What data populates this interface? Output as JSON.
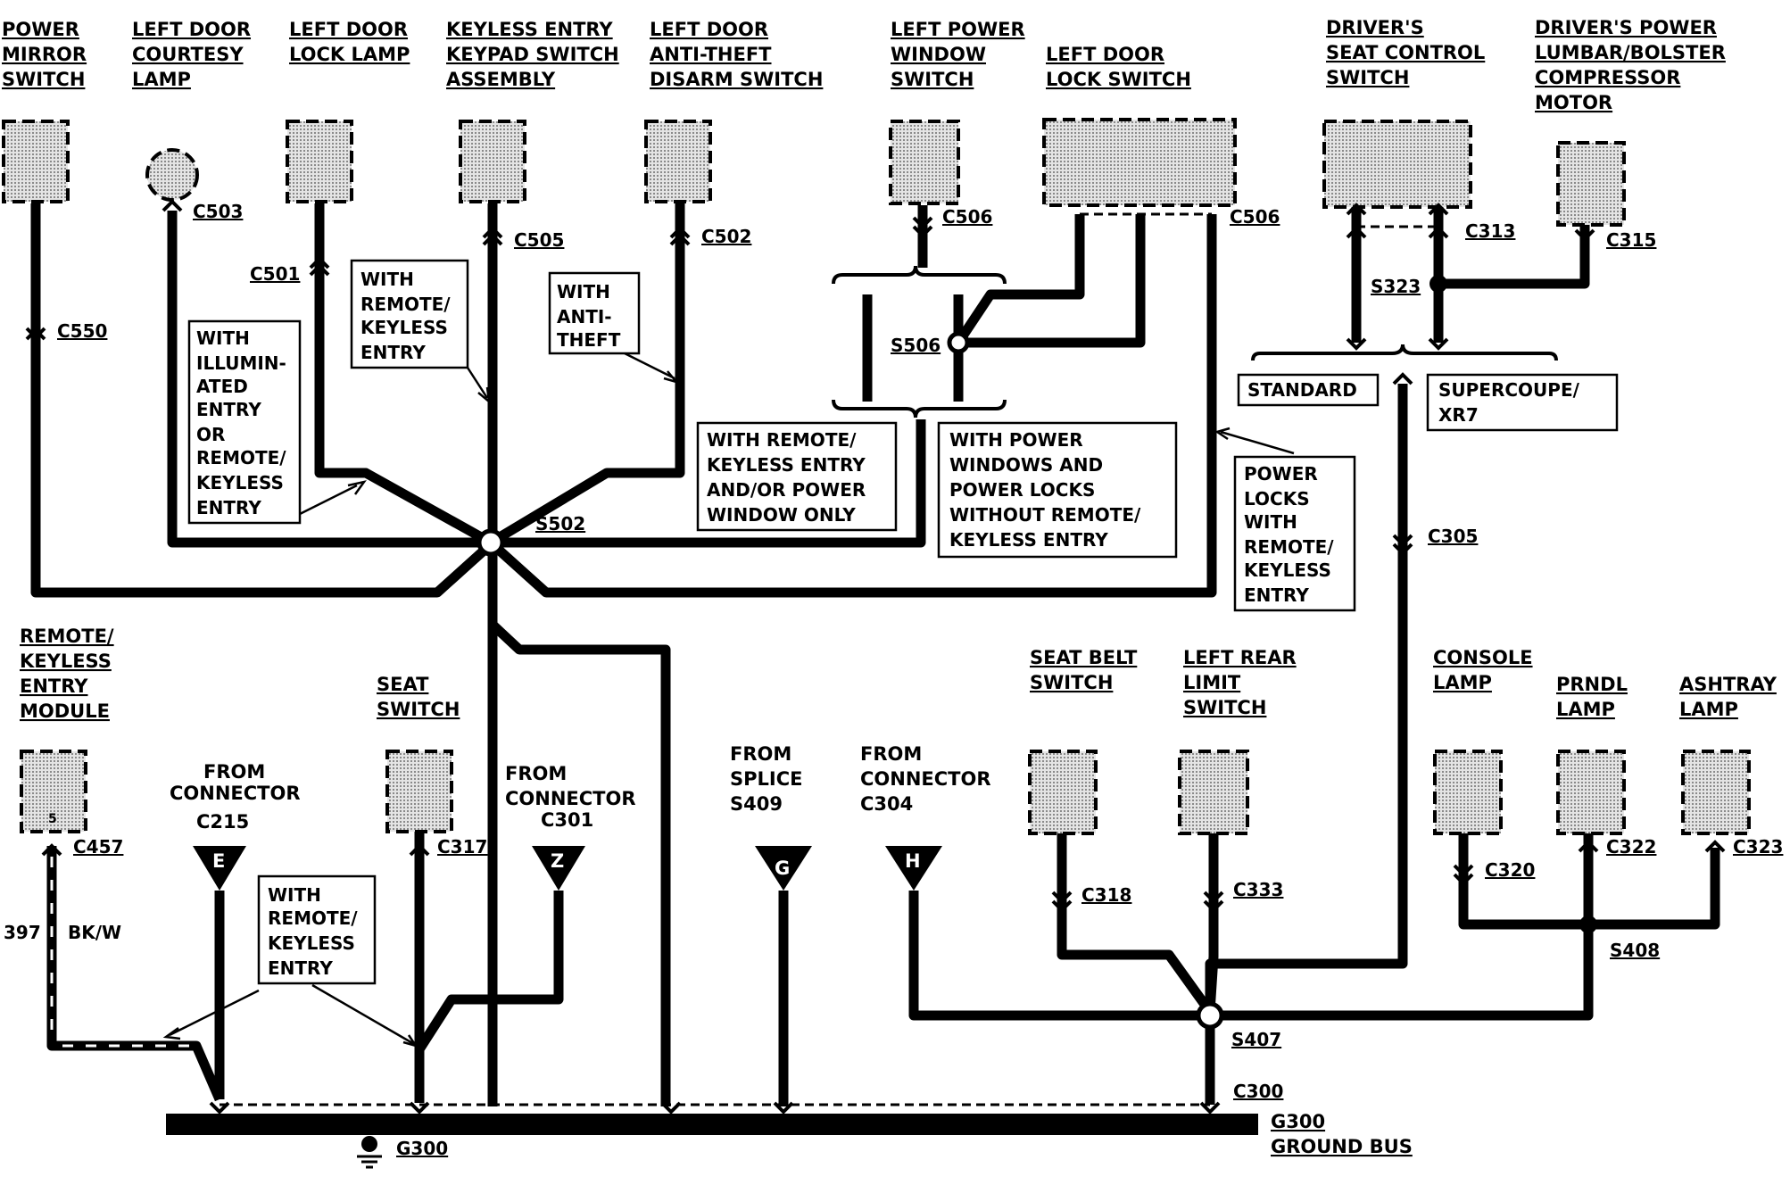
{
  "components": {
    "power_mirror_switch": [
      "POWER",
      "MIRROR",
      "SWITCH"
    ],
    "left_door_courtesy_lamp": [
      "LEFT DOOR",
      "COURTESY",
      "LAMP"
    ],
    "left_door_lock_lamp": [
      "LEFT DOOR",
      "LOCK LAMP"
    ],
    "keyless_entry_keypad": [
      "KEYLESS ENTRY",
      "KEYPAD SWITCH",
      "ASSEMBLY"
    ],
    "anti_theft_disarm_switch": [
      "LEFT DOOR",
      "ANTI-THEFT",
      "DISARM SWITCH"
    ],
    "left_power_window_switch": [
      "LEFT POWER",
      "WINDOW",
      "SWITCH"
    ],
    "left_door_lock_switch": [
      "LEFT DOOR",
      "LOCK SWITCH"
    ],
    "drivers_seat_control_switch": [
      "DRIVER'S",
      "SEAT CONTROL",
      "SWITCH"
    ],
    "lumbar_compressor_motor": [
      "DRIVER'S POWER",
      "LUMBAR/BOLSTER",
      "COMPRESSOR",
      "MOTOR"
    ],
    "remote_keyless_module": [
      "REMOTE/",
      "KEYLESS",
      "ENTRY",
      "MODULE"
    ],
    "seat_switch": [
      "SEAT",
      "SWITCH"
    ],
    "seat_belt_switch": [
      "SEAT BELT",
      "SWITCH"
    ],
    "left_rear_limit_switch": [
      "LEFT REAR",
      "LIMIT",
      "SWITCH"
    ],
    "console_lamp": [
      "CONSOLE",
      "LAMP"
    ],
    "prndl_lamp": [
      "PRNDL",
      "LAMP"
    ],
    "ashtray_lamp": [
      "ASHTRAY",
      "LAMP"
    ]
  },
  "connectors": {
    "c550": "C550",
    "c503": "C503",
    "c501": "C501",
    "c505": "C505",
    "c502": "C502",
    "c506a": "C506",
    "c506b": "C506",
    "c313": "C313",
    "c315": "C315",
    "c305": "C305",
    "c457": "C457",
    "c317": "C317",
    "c318": "C318",
    "c333": "C333",
    "c320": "C320",
    "c322": "C322",
    "c323": "C323",
    "c300": "C300"
  },
  "splices": {
    "s502": "S502",
    "s506": "S506",
    "s323": "S323",
    "s407": "S407",
    "s408": "S408"
  },
  "notes": {
    "illuminated": [
      "WITH",
      "ILLUMIN-",
      "ATED",
      "ENTRY",
      "OR",
      "REMOTE/",
      "KEYLESS",
      "ENTRY"
    ],
    "remote_keyless_top": [
      "WITH",
      "REMOTE/",
      "KEYLESS",
      "ENTRY"
    ],
    "anti_theft": [
      "WITH",
      "ANTI-",
      "THEFT"
    ],
    "remote_or_window": [
      "WITH REMOTE/",
      "KEYLESS ENTRY",
      "AND/OR POWER",
      "WINDOW ONLY"
    ],
    "windows_and_locks": [
      "WITH POWER",
      "WINDOWS AND",
      "POWER LOCKS",
      "WITHOUT REMOTE/",
      "KEYLESS ENTRY"
    ],
    "power_locks_remote": [
      "POWER",
      "LOCKS",
      "WITH",
      "REMOTE/",
      "KEYLESS",
      "ENTRY"
    ],
    "standard": "STANDARD",
    "supercoupe": [
      "SUPERCOUPE/",
      "XR7"
    ],
    "remote_keyless_bottom": [
      "WITH",
      "REMOTE/",
      "KEYLESS",
      "ENTRY"
    ]
  },
  "sources": {
    "from_c215": [
      "FROM",
      "CONNECTOR",
      "C215"
    ],
    "from_c301": [
      "FROM",
      "CONNECTOR",
      "C301"
    ],
    "from_s409": [
      "FROM",
      "SPLICE",
      "S409"
    ],
    "from_c304": [
      "FROM",
      "CONNECTOR",
      "C304"
    ]
  },
  "flags": {
    "e": "E",
    "z": "Z",
    "g": "G",
    "h": "H"
  },
  "wire": {
    "circuit": "397",
    "color": "BK/W",
    "module_pin": "5"
  },
  "ground": {
    "g300_bus": "G300",
    "ground_bus": "GROUND BUS",
    "g300": "G300"
  }
}
